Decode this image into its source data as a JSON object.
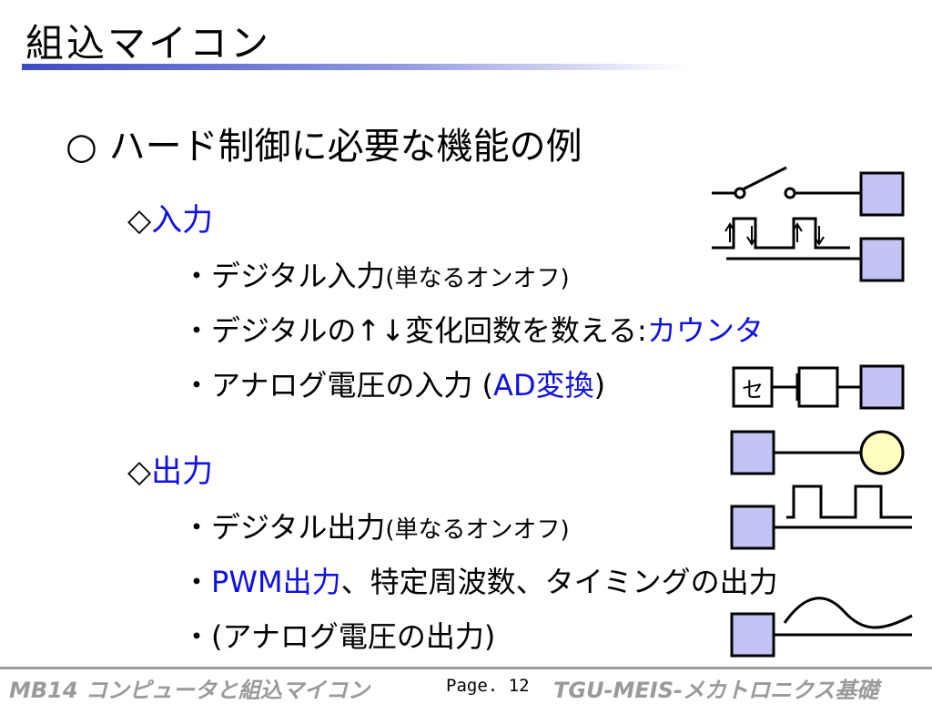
{
  "title": "組込マイコン",
  "heading": "○ ハード制御に必要な機能の例",
  "input": {
    "marker": "◇",
    "label": "入力",
    "items": [
      {
        "bullet": "・",
        "text": "デジタル入力",
        "sub": "(単なるオンオフ)"
      },
      {
        "bullet": "・",
        "text": "デジタルの↑↓変化回数を数える:",
        "highlight": "カウンタ"
      },
      {
        "bullet": "・",
        "pre": "アナログ電圧の入力 (",
        "highlight": "AD変換",
        "post": ")"
      }
    ]
  },
  "output": {
    "marker": "◇",
    "label": "出力",
    "items": [
      {
        "bullet": "・",
        "text": "デジタル出力",
        "sub": "(単なるオンオフ)"
      },
      {
        "bullet": "・",
        "highlight": "PWM出力",
        "text": "、特定周波数、タイミングの出力"
      },
      {
        "bullet": "・",
        "text": "(アナログ電圧の出力)"
      }
    ]
  },
  "diagram": {
    "sensor_label": "セ",
    "box_fill": "#c4c4f4",
    "lamp_fill": "#ffffc0"
  },
  "footer": {
    "left": "MB14 コンピュータと組込マイコン",
    "page": "Page. 12",
    "right": "TGU-MEIS-メカトロニクス基礎"
  }
}
